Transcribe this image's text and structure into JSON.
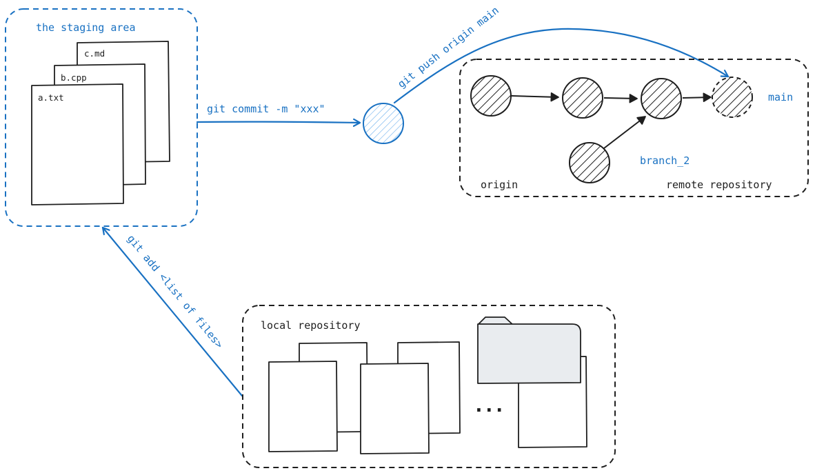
{
  "colors": {
    "accent": "#1971c2",
    "ink": "#1e1e1e",
    "folder_fill": "#e9ecef"
  },
  "staging": {
    "title": "the staging area",
    "files": [
      "c.md",
      "b.cpp",
      "a.txt"
    ]
  },
  "arrows": {
    "commit": "git commit -m \"xxx\"",
    "push": "git push origin main",
    "add": "git add <list of files>"
  },
  "remote": {
    "origin_label": "origin",
    "title": "remote repository",
    "main_label": "main",
    "branch_label": "branch_2"
  },
  "local": {
    "title": "local repository",
    "ellipsis": "..."
  }
}
